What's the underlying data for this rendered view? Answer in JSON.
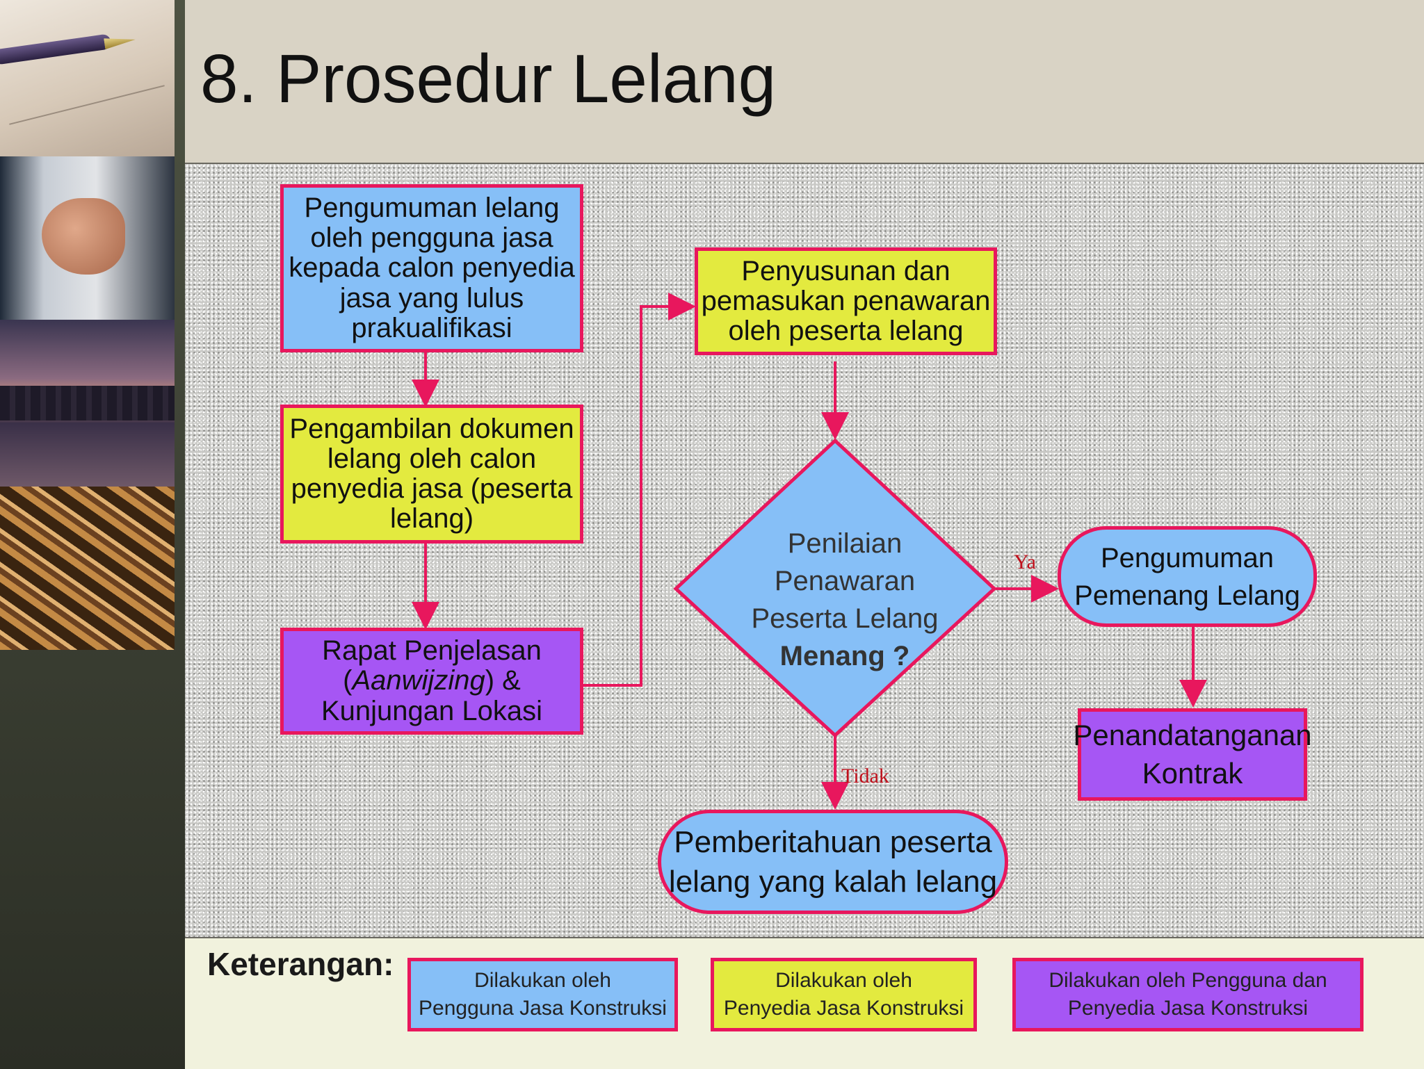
{
  "slide": {
    "title": "8. Prosedur Lelang"
  },
  "flow": {
    "n1": "Pengumuman lelang\noleh pengguna jasa\nkepada calon penyedia\njasa yang lulus\nprakualifikasi",
    "n2": "Pengambilan dokumen\nlelang oleh calon\npenyedia jasa (peserta\nlelang)",
    "n3": {
      "line1": "Rapat Penjelasan",
      "open": "(",
      "italic": "Aanwijzing",
      "close": ") &",
      "line3": "Kunjungan Lokasi"
    },
    "n4": "Penyusunan dan\npemasukan penawaran\noleh peserta lelang",
    "decision": {
      "line1": "Penilaian",
      "line2": "Penawaran",
      "line3": "Peserta Lelang",
      "question": "Menang ?"
    },
    "yes_label": "Ya",
    "no_label": "Tidak",
    "winner": "Pengumuman\nPemenang Lelang",
    "contract": "Penandatanganan\nKontrak",
    "loser": "Pemberitahuan peserta\nlelang yang kalah lelang"
  },
  "legend": {
    "title": "Keterangan:",
    "items": [
      {
        "text": "Dilakukan oleh\nPengguna Jasa Konstruksi",
        "color": "#86bff7"
      },
      {
        "text": "Dilakukan oleh\nPenyedia Jasa Konstruksi",
        "color": "#e3ea3f"
      },
      {
        "text": "Dilakukan oleh Pengguna dan\nPenyedia Jasa Konstruksi",
        "color": "#a656f4"
      }
    ]
  },
  "colors": {
    "border": "#e8175d",
    "blue": "#86bff7",
    "yellow": "#e3ea3f",
    "purple": "#a656f4",
    "edge_label": "#c0111c"
  }
}
